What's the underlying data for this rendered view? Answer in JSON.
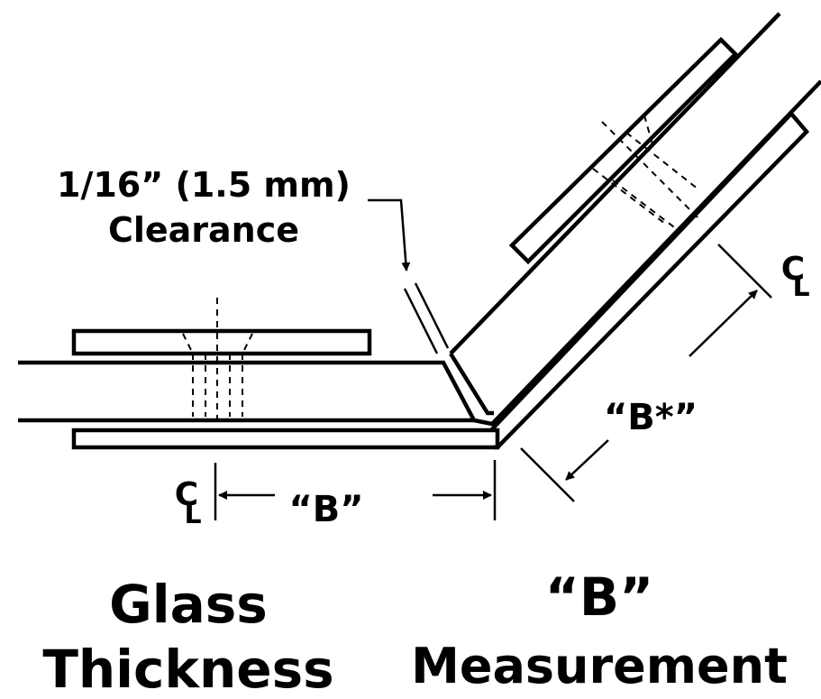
{
  "labels": {
    "clearance_line1": "1/16” (1.5 mm)",
    "clearance_line2": "Clearance",
    "b_dim": "“B”",
    "b_star_dim": "“B*”",
    "centerline_c": "C",
    "centerline_l": "L",
    "caption_left_line1": "Glass",
    "caption_left_line2": "Thickness",
    "caption_right_line1": "“B”",
    "caption_right_line2": "Measurement"
  },
  "colors": {
    "ink": "#000000",
    "background": "#ffffff"
  }
}
